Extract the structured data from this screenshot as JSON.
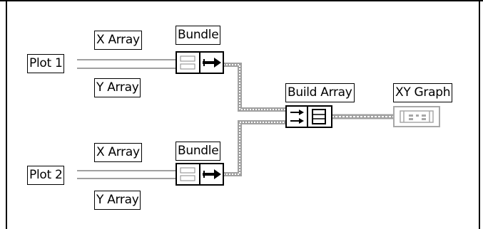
{
  "diagram": {
    "plot1": {
      "constant_label": "Plot 1",
      "x_label": "X Array",
      "y_label": "Y Array",
      "bundle_label": "Bundle"
    },
    "plot2": {
      "constant_label": "Plot 2",
      "x_label": "X Array",
      "y_label": "Y Array",
      "bundle_label": "Bundle"
    },
    "build_array_label": "Build Array",
    "graph_label": "XY Graph"
  },
  "colors": {
    "wire": "#a0a0a0",
    "wire_fill": "#ffffff",
    "frame": "#000000",
    "graph_terminal": "#a8a8a8"
  },
  "icons": {
    "bundle": "bundle-icon",
    "build_array": "build-array-icon",
    "graph_terminal": "xy-graph-terminal-icon"
  }
}
